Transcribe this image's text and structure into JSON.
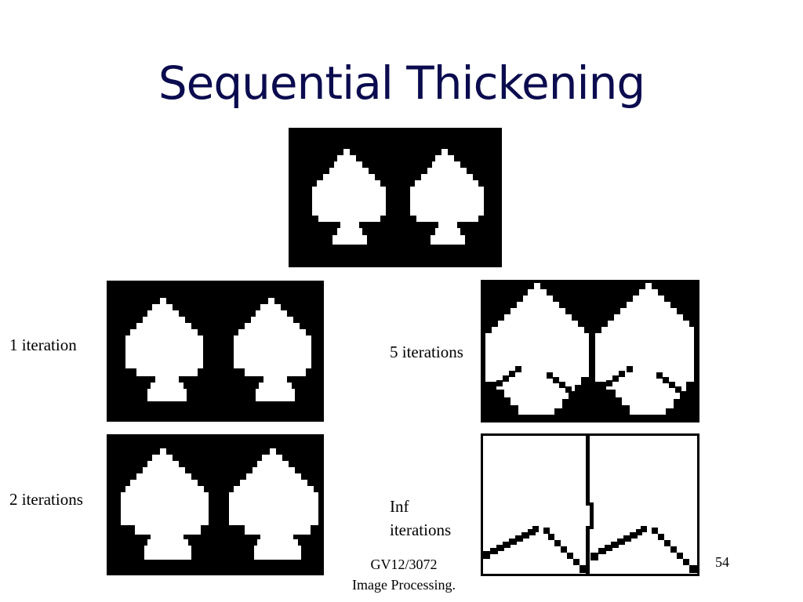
{
  "slide": {
    "title": "Sequential Thickening",
    "labels": {
      "iter1": "1 iteration",
      "iter2": "2 iterations",
      "iter5": "5 iterations",
      "inf_line1": "Inf",
      "inf_line2": "iterations"
    },
    "footer": {
      "line1": "GV12/3072",
      "line2": "Image Processing."
    },
    "page_number": "54"
  },
  "images": {
    "original": "spades-original-image",
    "iteration_1": "spades-thickened-1-image",
    "iteration_2": "spades-thickened-2-image",
    "iteration_5": "spades-thickened-5-image",
    "iteration_inf": "spades-thickened-inf-image"
  }
}
